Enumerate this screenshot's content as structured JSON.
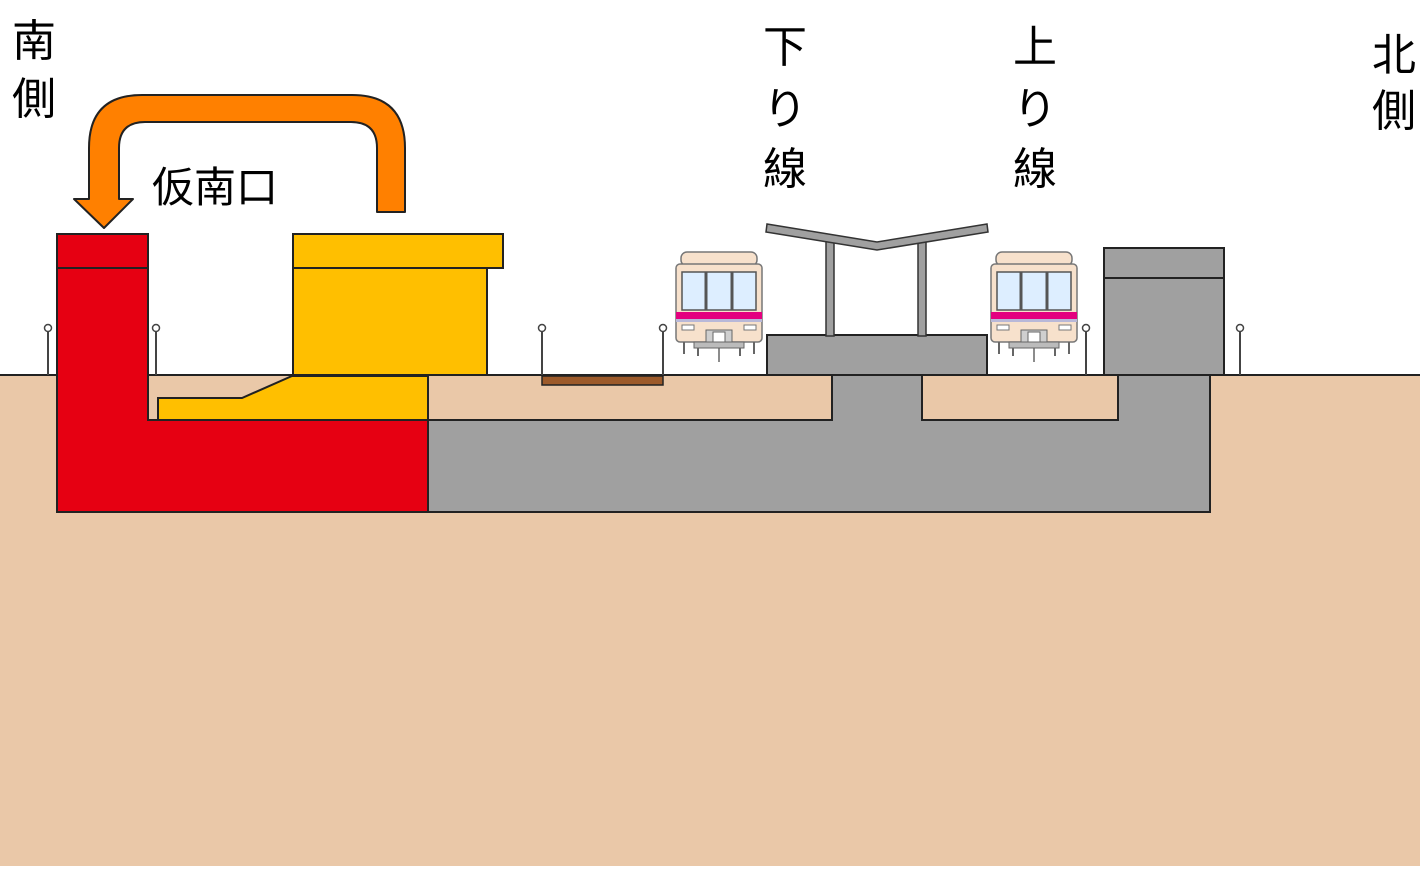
{
  "labels": {
    "south": [
      "南",
      "側"
    ],
    "north": [
      "北",
      "側"
    ],
    "temp_south_exit": "仮南口",
    "down_line": [
      "下",
      "り",
      "線"
    ],
    "up_line": [
      "上",
      "り",
      "線"
    ]
  },
  "colors": {
    "ground": "#EAC8A8",
    "sky": "#FFFFFF",
    "red_structure": "#E60012",
    "yellow_structure": "#FFBF00",
    "gray_structure": "#A0A0A0",
    "gray_dark": "#8C8C8C",
    "arrow": "#FF8000",
    "brown_plank": "#9C5A2A",
    "train_body": "#F7E1CC",
    "train_stripe": "#E4007F"
  },
  "icons": {
    "trains": [
      "train-icon",
      "train-icon"
    ],
    "poles": [
      "lamp-post-icon"
    ]
  }
}
